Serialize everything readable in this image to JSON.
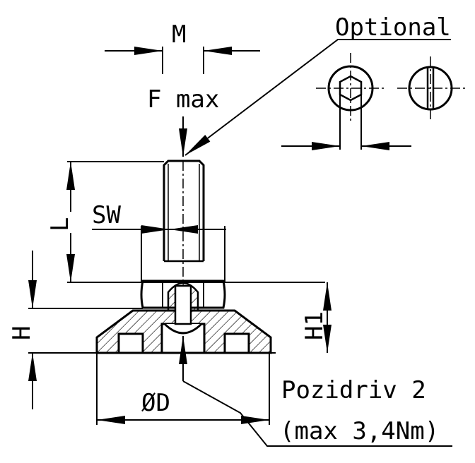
{
  "labels": {
    "optional": "Optional",
    "m": "M",
    "f_max": "F max",
    "l": "L",
    "sw": "SW",
    "h": "H",
    "h1": "H1",
    "d": "ØD",
    "pozidriv": "Pozidriv 2",
    "torque": "(max 3,4Nm)"
  },
  "colors": {
    "line": "#000000",
    "background": "#ffffff"
  }
}
